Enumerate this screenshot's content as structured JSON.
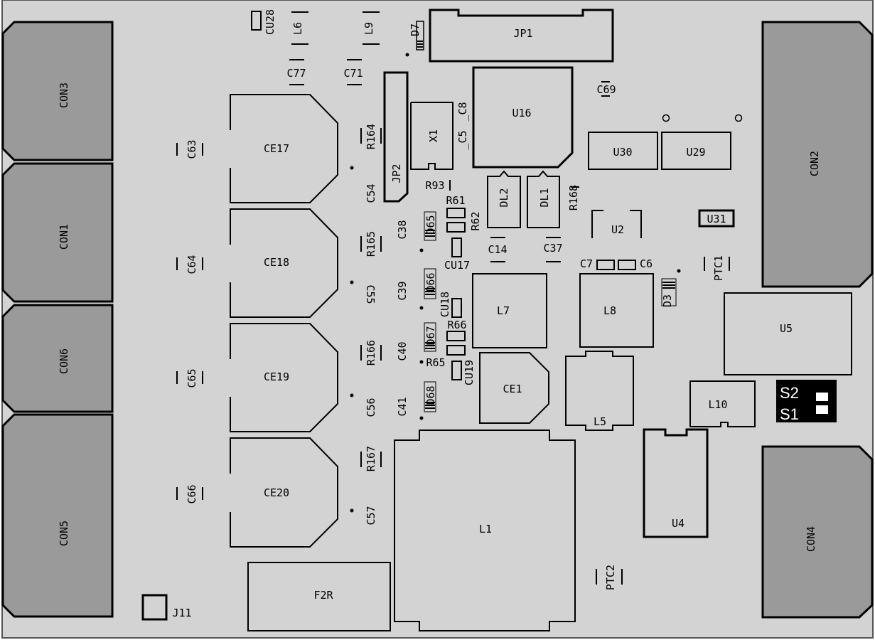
{
  "colors": {
    "board": "#d3d3d3",
    "connector": "#9a9a9a",
    "silk": "#000000",
    "switch_bg": "#000000",
    "switch_fg": "#ffffff"
  },
  "connectors": {
    "con1": "CON1",
    "con2": "CON2",
    "con3": "CON3",
    "con4": "CON4",
    "con5": "CON5",
    "con6": "CON6"
  },
  "jumpers": {
    "jp1": "JP1",
    "jp2": "JP2",
    "j11": "J11"
  },
  "ics": {
    "u16": "U16",
    "u30": "U30",
    "u29": "U29",
    "u2": "U2",
    "u31": "U31",
    "u5": "U5",
    "u4": "U4",
    "x1": "X1",
    "cu17": "CU17",
    "cu18": "CU18",
    "cu19": "CU19",
    "cu28": "CU28"
  },
  "electrolytics": {
    "ce17": "CE17",
    "ce18": "CE18",
    "ce19": "CE19",
    "ce20": "CE20",
    "ce1": "CE1"
  },
  "inductors": {
    "l1": "L1",
    "l5": "L5",
    "l6": "L6",
    "l7": "L7",
    "l8": "L8",
    "l9": "L9",
    "l10": "L10"
  },
  "capacitors": {
    "c63": "C63",
    "c64": "C64",
    "c65": "C65",
    "c66": "C66",
    "c77": "C77",
    "c71": "C71",
    "c69": "C69",
    "c54": "C54",
    "c55": "C55",
    "c56": "C56",
    "c57": "C57",
    "c38": "C38",
    "c39": "C39",
    "c40": "C40",
    "c41": "C41",
    "c5": "_C5",
    "c8": "_C8",
    "c14": "C14",
    "c37": "C37",
    "c7": "C7",
    "c6": "C6"
  },
  "resistors": {
    "r164": "R164",
    "r165": "R165",
    "r166": "R166",
    "r167": "R167",
    "r93": "R93",
    "r61": "R61",
    "r62": "R62",
    "r66": "R66",
    "r65": "R65",
    "r168": "R168"
  },
  "diodes": {
    "d7": "D7",
    "d3": "D3",
    "d65": "D65",
    "d66": "D66",
    "d67": "D67",
    "d68": "D68",
    "dl1": "DL1",
    "dl2": "DL2"
  },
  "misc": {
    "ptc1": "PTC1",
    "ptc2": "PTC2",
    "f2r": "F2R"
  },
  "switches": {
    "s1": "S1",
    "s2": "S2"
  }
}
